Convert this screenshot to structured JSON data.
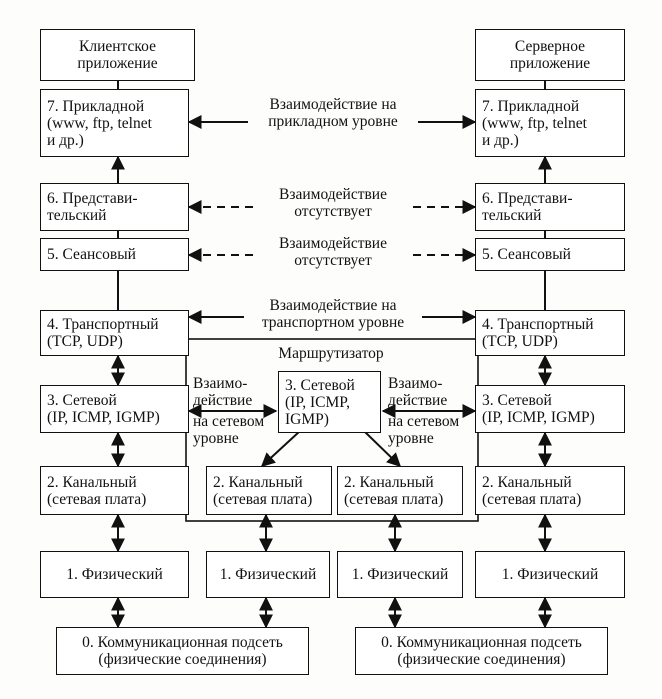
{
  "client": {
    "app": [
      "Клиентское",
      "приложение"
    ],
    "application": [
      "7. Прикладной",
      "(www, ftp, telnet",
      "и др.)"
    ],
    "presentation": [
      "6. Представи-",
      "тельский"
    ],
    "session": "5. Сеансовый",
    "transport": [
      "4. Транспортный",
      "(TCP, UDP)"
    ],
    "network": [
      "3. Сетевой",
      "(IP, ICMP, IGMP)"
    ],
    "datalink": [
      "2. Канальный",
      "(сетевая плата)"
    ],
    "physical": "1. Физический",
    "subnet": [
      "0. Коммуникационная подсеть",
      "(физические соединения)"
    ]
  },
  "server": {
    "app": [
      "Серверное",
      "приложение"
    ],
    "application": [
      "7. Прикладной",
      "(www, ftp, telnet",
      "и др.)"
    ],
    "presentation": [
      "6. Представи-",
      "тельский"
    ],
    "session": "5. Сеансовый",
    "transport": [
      "4. Транспортный",
      "(TCP, UDP)"
    ],
    "network": [
      "3. Сетевой",
      "(IP, ICMP, IGMP)"
    ],
    "datalink": [
      "2. Канальный",
      "(сетевая плата)"
    ],
    "physical": "1. Физический",
    "subnet": [
      "0. Коммуникационная подсеть",
      "(физические соединения)"
    ]
  },
  "router": {
    "title": "Маршрутизатор",
    "network": [
      "3. Сетевой",
      "(IP, ICMP,",
      "IGMP)"
    ],
    "datalink_left": [
      "2. Канальный",
      "(сетевая плата)"
    ],
    "datalink_right": [
      "2. Канальный",
      "(сетевая плата)"
    ],
    "physical_left": "1. Физический",
    "physical_right": "1. Физический"
  },
  "interactions": {
    "application": [
      "Взаимодействие на",
      "прикладном уровне"
    ],
    "presentation": [
      "Взаимодействие",
      "отсутствует"
    ],
    "session": [
      "Взаимодействие",
      "отсутствует"
    ],
    "transport": [
      "Взаимодействие на",
      "транспортном уровне"
    ],
    "network_left": [
      "Взаимо-",
      "действие",
      "на сетевом",
      "уровне"
    ],
    "network_right": [
      "Взаимо-",
      "действие",
      "на сетевом",
      "уровне"
    ]
  }
}
